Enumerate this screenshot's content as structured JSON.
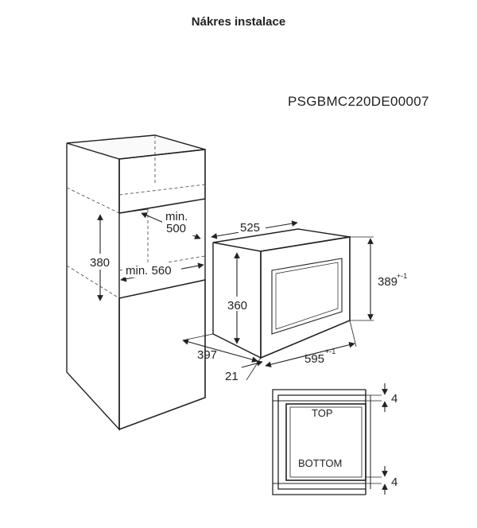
{
  "title": "Nákres instalace",
  "code": "PSGBMC220DE00007",
  "dims": {
    "cab_height": "380",
    "cab_min_depth_a": "min.",
    "cab_min_depth_b": "500",
    "cab_min_width": "min. 560",
    "oven_depth": "525",
    "oven_height_inner": "360",
    "oven_height": "389",
    "oven_height_tol": "+-1",
    "oven_body_depth": "397",
    "oven_front": "21",
    "oven_width": "595",
    "oven_width_tol": "+-1",
    "gap_top": "4",
    "gap_bottom": "4"
  },
  "labels": {
    "top": "TOP",
    "bottom": "BOTTOM"
  }
}
